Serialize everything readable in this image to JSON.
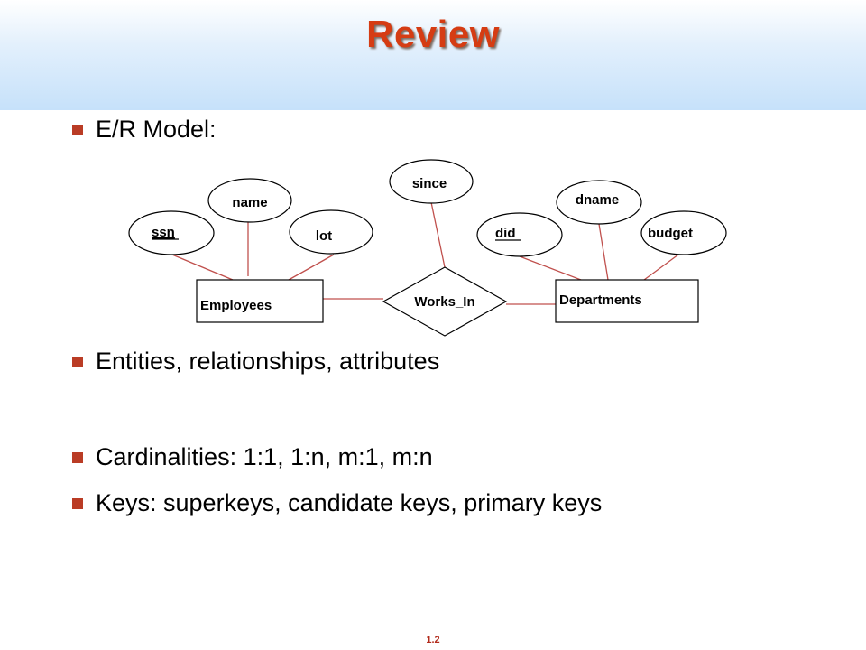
{
  "slide": {
    "title": "Review",
    "number": "1.2",
    "colors": {
      "title": "#d53c13",
      "bullet": "#ba3c25",
      "connector": "#c0504d",
      "header_band": "#c6e1fa"
    }
  },
  "bullets": [
    "E/R Model:",
    "Entities, relationships, attributes",
    "Cardinalities: 1:1, 1:n, m:1, m:n",
    "Keys: superkeys, candidate keys, primary keys"
  ],
  "er_diagram": {
    "entities": [
      {
        "name": "Employees"
      },
      {
        "name": "Departments"
      }
    ],
    "relationship": {
      "name": "Works_In"
    },
    "attributes": [
      {
        "name": "ssn",
        "entity": "Employees",
        "key": true
      },
      {
        "name": "name",
        "entity": "Employees",
        "key": false
      },
      {
        "name": "lot",
        "entity": "Employees",
        "key": false
      },
      {
        "name": "since",
        "entity": "Works_In",
        "key": false
      },
      {
        "name": "did",
        "entity": "Departments",
        "key": true
      },
      {
        "name": "dname",
        "entity": "Departments",
        "key": false
      },
      {
        "name": "budget",
        "entity": "Departments",
        "key": false
      }
    ]
  }
}
